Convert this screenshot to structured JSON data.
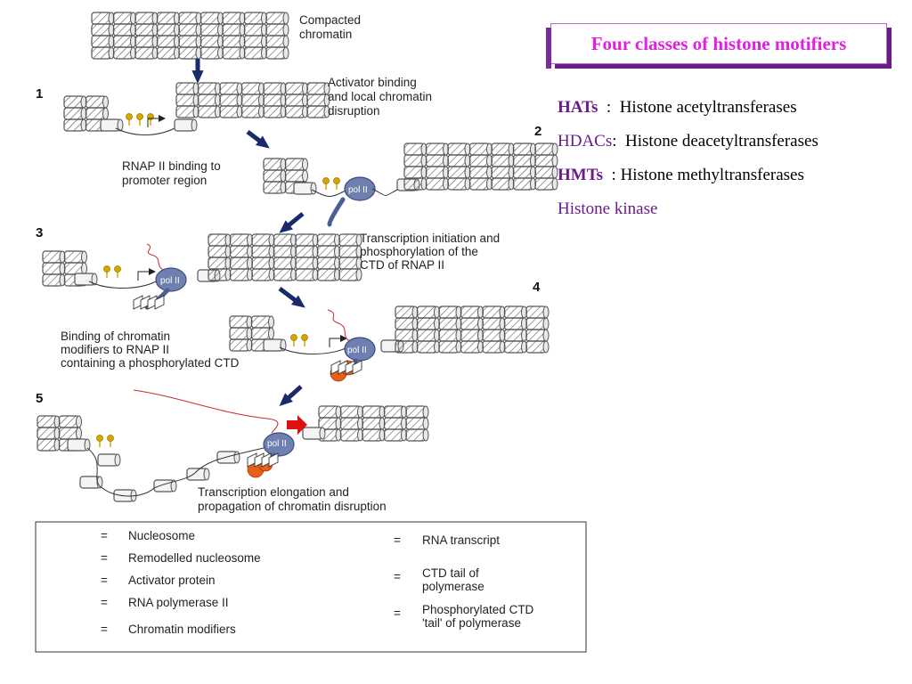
{
  "diagram": {
    "steps": [
      {
        "number": "",
        "caption": [
          "Compacted",
          "chromatin"
        ]
      },
      {
        "number": "1",
        "caption": [
          "Activator binding",
          "and local chromatin",
          "disruption"
        ]
      },
      {
        "number": "2",
        "caption": [
          "RNAP II binding to",
          "promoter region"
        ]
      },
      {
        "number": "3",
        "caption": [
          "Transcription initiation and",
          "phosphorylation of the",
          "CTD of RNAP II"
        ]
      },
      {
        "number": "4",
        "caption": [
          "Binding of chromatin",
          "modifiers to RNAP II",
          "containing a phosphorylated CTD"
        ]
      },
      {
        "number": "5",
        "caption": [
          "Transcription elongation and",
          "propagation of chromatin disruption"
        ]
      }
    ],
    "pol_label": "pol II",
    "legend": [
      {
        "symbol": "nucleosome-icon",
        "eq": "=",
        "label": [
          "Nucleosome"
        ]
      },
      {
        "symbol": "remodelled-nucleosome-icon",
        "eq": "=",
        "label": [
          "Remodelled nucleosome"
        ]
      },
      {
        "symbol": "activator-icon",
        "eq": "=",
        "label": [
          "Activator protein"
        ]
      },
      {
        "symbol": "polymerase-icon",
        "eq": "=",
        "label": [
          "RNA polymerase II"
        ]
      },
      {
        "symbol": "chromatin-modifier-icon",
        "eq": "=",
        "label": [
          "Chromatin modifiers"
        ]
      },
      {
        "symbol": "rna-transcript-icon",
        "eq": "=",
        "label": [
          "RNA transcript"
        ]
      },
      {
        "symbol": "ctd-tail-icon",
        "eq": "=",
        "label": [
          "CTD tail of",
          "polymerase"
        ]
      },
      {
        "symbol": "phosphorylated-ctd-icon",
        "eq": "=",
        "label": [
          "Phosphorylated CTD",
          "'tail' of polymerase"
        ]
      }
    ],
    "colors": {
      "nucleosome": "#555555",
      "activator": "#d4a800",
      "polymerase": "#6f7fb0",
      "modifier": "#e8601a",
      "rna": "#cc2a2a",
      "arrow": "#1a2a6a",
      "red_arrow": "#dd1111"
    }
  },
  "panel": {
    "title": "Four classes of histone motifiers",
    "classes": [
      {
        "abbr": "HATs",
        "sep": "  :  ",
        "name": "Histone acetyltransferases"
      },
      {
        "abbr": "HDACs",
        "sep": ":  ",
        "name": "Histone deacetyltransferases"
      },
      {
        "abbr": "HMTs",
        "sep": "  : ",
        "name": "Histone methyltransferases"
      },
      {
        "abbr": "",
        "sep": "",
        "name": "Histone kinase"
      }
    ]
  }
}
